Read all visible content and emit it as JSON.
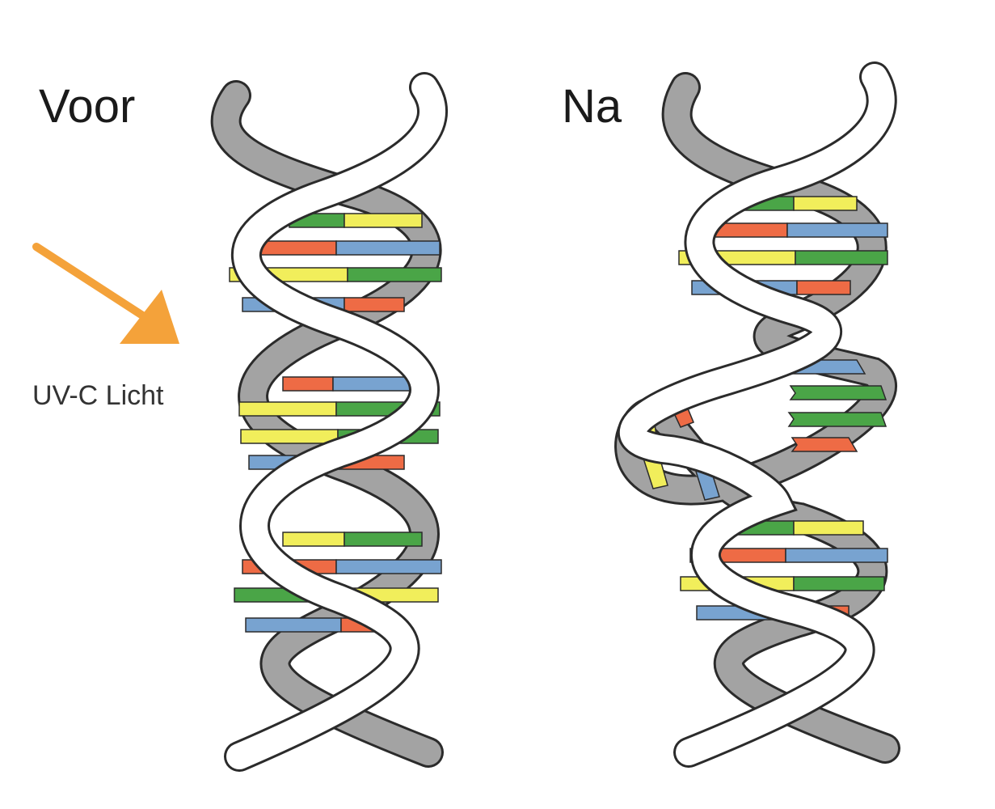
{
  "labels": {
    "before": "Voor",
    "after": "Na",
    "uv_light": "UV-C Licht"
  },
  "colors": {
    "background_strand": "#a3a3a3",
    "front_strand": "#ffffff",
    "outline": "#2b2b2b",
    "arrow": "#f4a23a",
    "base_green": "#4aa547",
    "base_yellow": "#f1ee5b",
    "base_orange": "#ee6b45",
    "base_blue": "#78a3d0"
  },
  "icons": {
    "arrow": "uv-light-arrow-icon"
  }
}
